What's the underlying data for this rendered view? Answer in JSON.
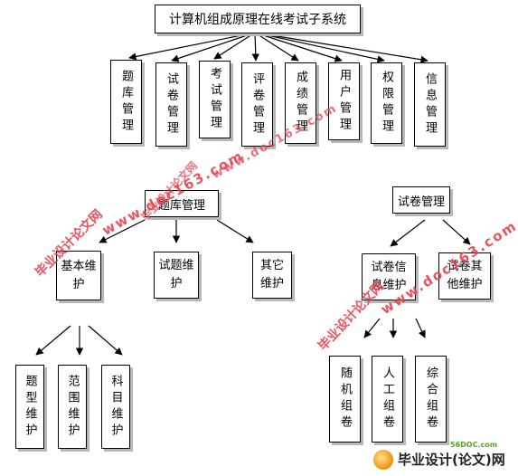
{
  "root": {
    "title": "计算机组成原理在线考试子系统"
  },
  "modules": [
    "题库管理",
    "试卷管理",
    "考试管理",
    "评卷管理",
    "成绩管理",
    "用户管理",
    "权限管理",
    "信息管理"
  ],
  "question_bank": {
    "title": "题库管理",
    "children": [
      "基本维护",
      "试题维护",
      "其它维护"
    ],
    "basic_children": [
      "题型维护",
      "范围维护",
      "科目维护"
    ]
  },
  "paper": {
    "title": "试卷管理",
    "children": [
      "试卷信息维护",
      "试卷其他维护"
    ],
    "compose_children": [
      "随机组卷",
      "人工组卷",
      "综合组卷"
    ]
  },
  "watermarks": {
    "site_name": "毕业设计论文网",
    "site_url": "www.doc163.com"
  },
  "logo": {
    "text": "毕业设计(论文)网",
    "small": "56DOC.com"
  },
  "colors": {
    "watermark": "#e8414f",
    "line": "#000000",
    "shadow": "#b8b8b8"
  }
}
